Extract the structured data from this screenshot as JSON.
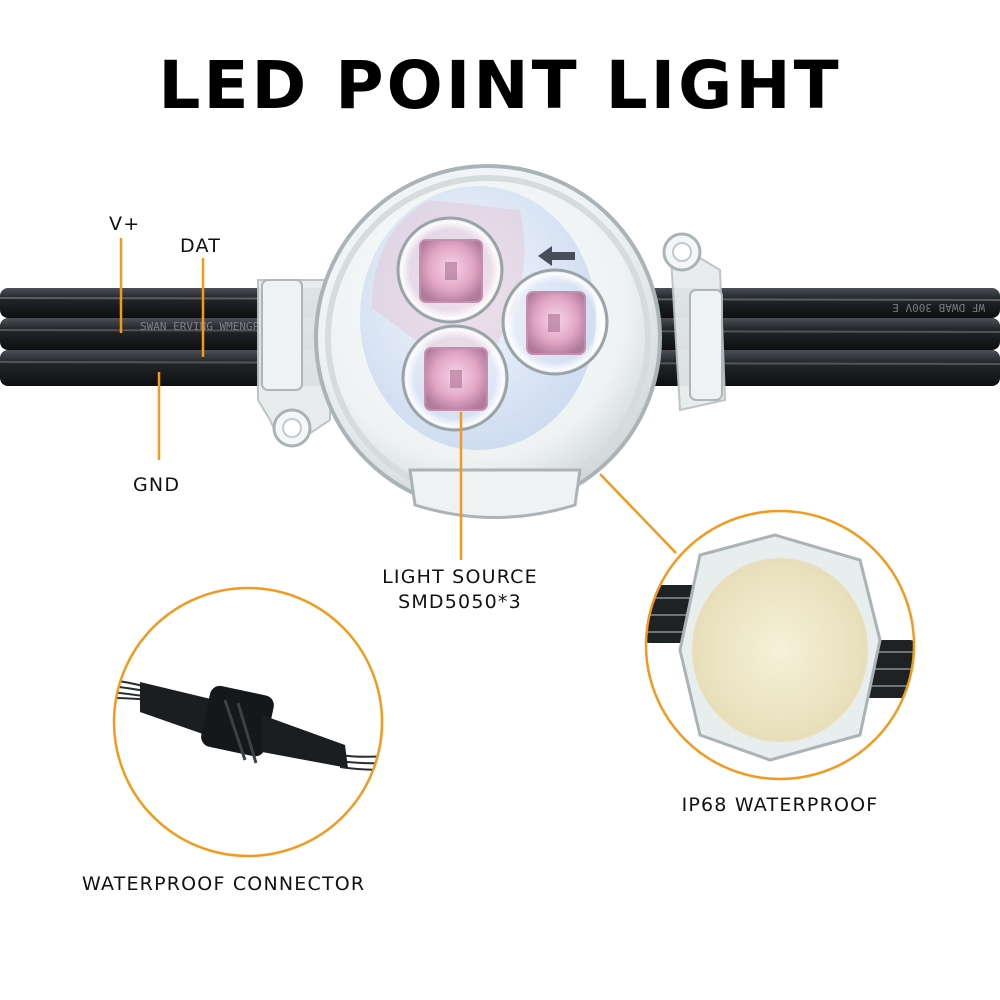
{
  "title": "LED POINT LIGHT",
  "labels": {
    "v_plus": "V+",
    "dat": "DAT",
    "gnd": "GND",
    "light_source_line1": "LIGHT SOURCE",
    "light_source_line2": "SMD5050*3",
    "ip68": "IP68 WATERPROOF",
    "connector": "WATERPROOF CONNECTOR"
  },
  "cable_print_left": "SWAN ERVING WMENGP",
  "cable_print_right": "WF  DWAB  300V  E",
  "colors": {
    "accent_orange": "#f39a1e",
    "cable_black": "#1f2326",
    "led_pink": "#e8a8c8",
    "board_blue": "#dfe9f7",
    "potting_cream": "#f2edd2"
  }
}
